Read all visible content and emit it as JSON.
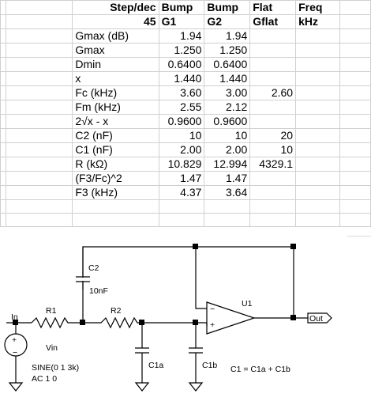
{
  "header": {
    "row1": [
      "Step/dec",
      "Bump",
      "Bump",
      "Flat",
      "Freq"
    ],
    "row2": [
      "45",
      "G1",
      "G2",
      "Gflat",
      "kHz"
    ]
  },
  "rows": [
    {
      "label": "Gmax (dB)",
      "g1": "1.94",
      "g2": "1.94",
      "flat": "",
      "freq": ""
    },
    {
      "label": "Gmax",
      "g1": "1.250",
      "g2": "1.250",
      "flat": "",
      "freq": ""
    },
    {
      "label": "Dmin",
      "g1": "0.6400",
      "g2": "0.6400",
      "flat": "",
      "freq": ""
    },
    {
      "label": "x",
      "g1": "1.440",
      "g2": "1.440",
      "flat": "",
      "freq": ""
    },
    {
      "label": "Fc (kHz)",
      "g1": "3.60",
      "g2": "3.00",
      "flat": "2.60",
      "freq": ""
    },
    {
      "label": "Fm (kHz)",
      "g1": "2.55",
      "g2": "2.12",
      "flat": "",
      "freq": ""
    },
    {
      "label": "2√x - x",
      "g1": "0.9600",
      "g2": "0.9600",
      "flat": "",
      "freq": ""
    },
    {
      "label": "C2 (nF)",
      "g1": "10",
      "g2": "10",
      "flat": "20",
      "freq": ""
    },
    {
      "label": "C1 (nF)",
      "g1": "2.00",
      "g2": "2.00",
      "flat": "10",
      "freq": ""
    },
    {
      "label": "R (kΩ)",
      "g1": "10.829",
      "g2": "12.994",
      "flat": "4329.1",
      "freq": ""
    },
    {
      "label": "(F3/Fc)^2",
      "g1": "1.47",
      "g2": "1.47",
      "flat": "",
      "freq": ""
    },
    {
      "label": "F3 (kHz)",
      "g1": "4.37",
      "g2": "3.64",
      "flat": "",
      "freq": ""
    }
  ],
  "schematic": {
    "C2": "C2",
    "C2_value": "10nF",
    "R1": "R1",
    "R2": "R2",
    "U1": "U1",
    "In": "In",
    "Out": "Out",
    "Vin": "Vin",
    "source_spec": "SINE(0 1 3k)",
    "source_ac": "AC 1 0",
    "C1a": "C1a",
    "C1b": "C1b",
    "equation": "C1 = C1a + C1b",
    "plus": "+",
    "minus": "−"
  }
}
